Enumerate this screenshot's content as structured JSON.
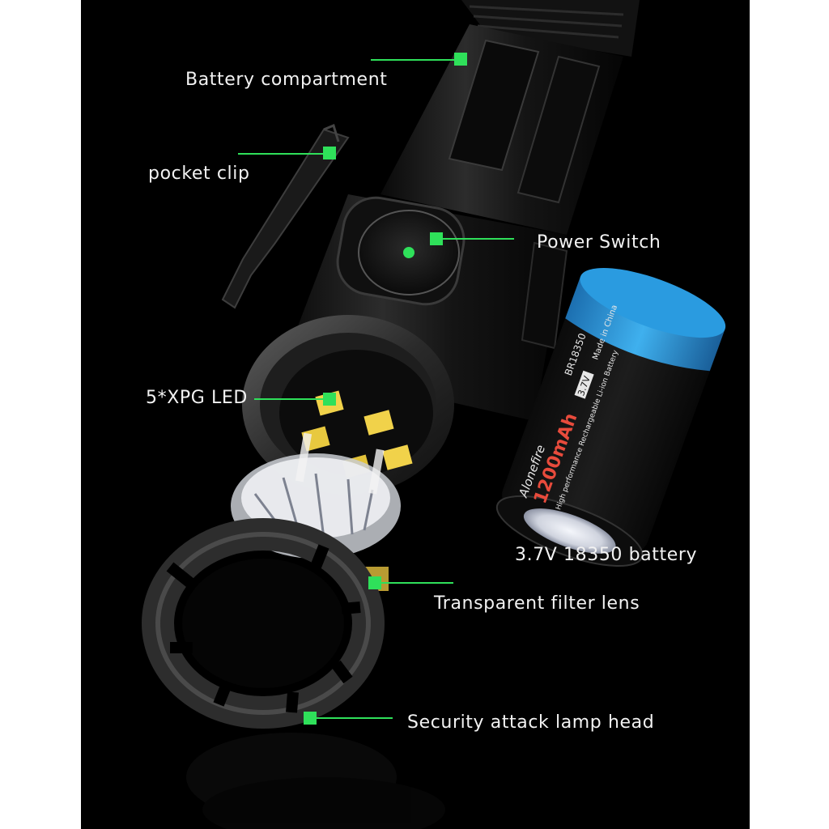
{
  "colors": {
    "page_background": "#ffffff",
    "panel_background": "#000000",
    "callout_green": "#2fe05a",
    "label_text": "#f2f2f2",
    "battery_wrap_blue": "#2a9be0"
  },
  "callouts": {
    "battery_compartment": "Battery compartment",
    "pocket_clip": "pocket clip",
    "power_switch": "Power Switch",
    "xpg_led": "5*XPG LED",
    "battery": "3.7V 18350 battery",
    "filter_lens": "Transparent filter lens",
    "lamp_head": "Security attack lamp head"
  },
  "battery_print": {
    "brand": "Alonefire",
    "capacity": "1200mAh",
    "model": "BR18350",
    "voltage_badge": "3.7V",
    "origin": "Made in China",
    "type_line": "High performance Rechargeable Li-ion Battery"
  }
}
